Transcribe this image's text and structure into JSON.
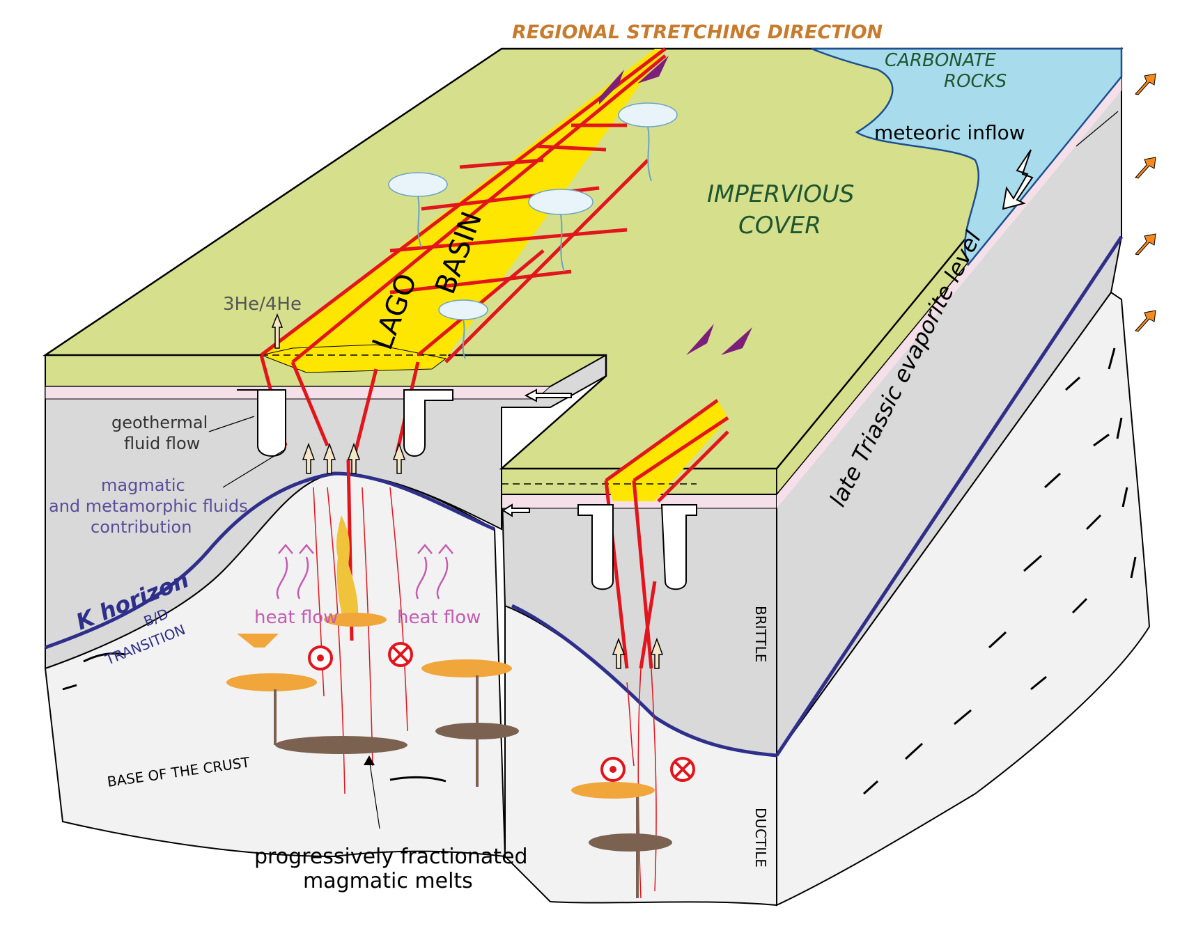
{
  "labels": {
    "stretching_direction": "REGIONAL STRETCHING DIRECTION",
    "carbonate_line1": "CARBONATE",
    "carbonate_line2": "ROCKS",
    "meteoric_inflow": "meteoric inflow",
    "impervious_line1": "IMPERVIOUS",
    "impervious_line2": "COVER",
    "lago": "LAGO",
    "basin": "BASIN",
    "helium": "3He/4He",
    "geothermal_line1": "geothermal",
    "geothermal_line2": "fluid flow",
    "magmatic_line1": "magmatic",
    "magmatic_line2": "and metamorphic fluids",
    "magmatic_line3": "contribution",
    "k_horizon": "K horizon",
    "bd_line1": "B/D",
    "bd_line2": "TRANSITION",
    "heat_flow_left": "heat flow",
    "heat_flow_right": "heat flow",
    "base_crust": "BASE OF THE CRUST",
    "melts_line1": "progressively fractionated",
    "melts_line2": "magmatic melts",
    "evaporite": "late Triassic evaporite level",
    "brittle": "BRITTLE",
    "ductile": "DUCTILE"
  },
  "colors": {
    "cover": "#d6df8c",
    "carbonate": "#a8dcec",
    "basin": "#ffe600",
    "fault": "#e2141c",
    "block_side": "#d9d9d9",
    "evaporite_band": "#f5dfe9",
    "basement": "#f2f2f2",
    "k_horizon": "#2e2f8a",
    "heat_flow": "#c45cb0",
    "melt": "#f0a63a",
    "deep_melt": "#7a6150",
    "arrows_orange": "#f58a1f",
    "title": "#c77b2d",
    "green_text": "#1e5630",
    "slip_arrow": "#7b1f7a"
  },
  "icons": [
    "steam-cloud-icon",
    "out-of-page-symbol-icon",
    "into-page-symbol-icon",
    "stretching-arrow-icon",
    "fluid-arrow-icon"
  ]
}
